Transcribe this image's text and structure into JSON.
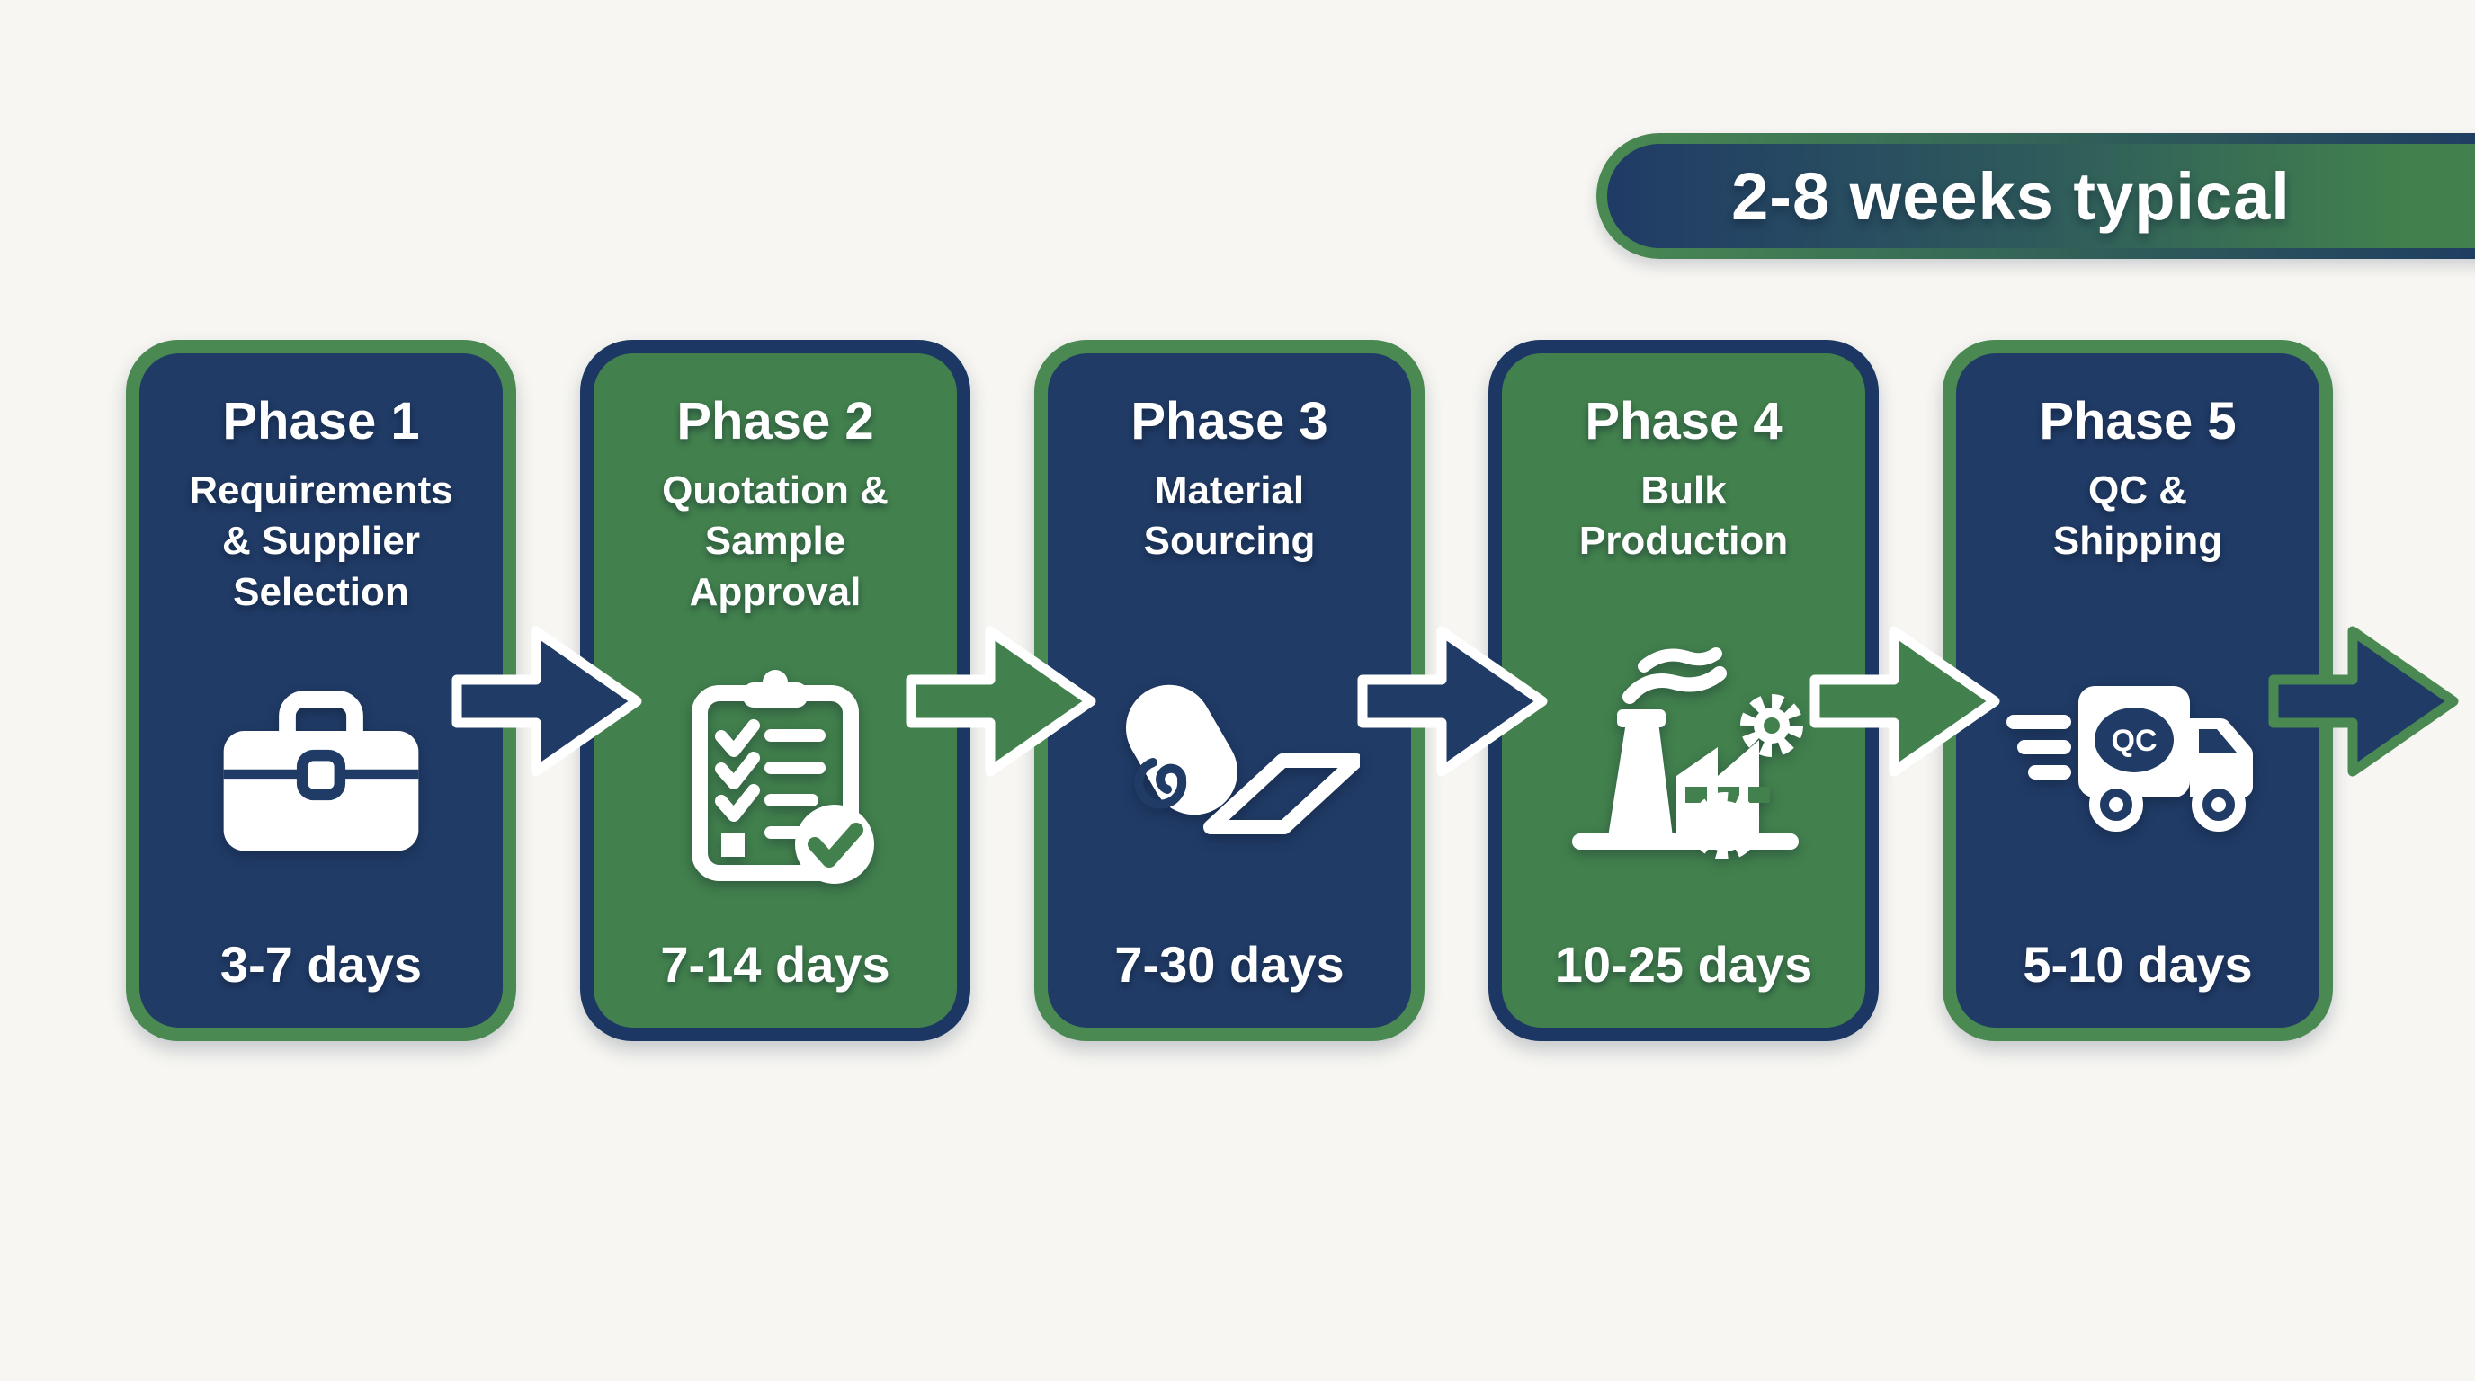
{
  "page": {
    "background": "#F7F6F2",
    "description_domain": "supplier-procurement-phase-timeline"
  },
  "colors": {
    "navy": "#203B66",
    "green": "#42814D",
    "green_border": "#4A8A52",
    "navy_border": "#1C3763",
    "text": "#FFFFFF"
  },
  "badge": {
    "label": "2-8 weeks typical"
  },
  "phases": [
    {
      "title": "Phase 1",
      "subtitle": "Requirements\n& Supplier\nSelection",
      "duration": "3-7 days",
      "icon": "briefcase-icon",
      "theme": "navy"
    },
    {
      "title": "Phase 2",
      "subtitle": "Quotation &\nSample\nApproval",
      "duration": "7-14 days",
      "icon": "clipboard-checklist-icon",
      "theme": "green"
    },
    {
      "title": "Phase 3",
      "subtitle": "Material\nSourcing",
      "duration": "7-30 days",
      "icon": "fabric-roll-icon",
      "theme": "navy"
    },
    {
      "title": "Phase 4",
      "subtitle": "Bulk\nProduction",
      "duration": "10-25 days",
      "icon": "factory-icon",
      "theme": "green"
    },
    {
      "title": "Phase 5",
      "subtitle": "QC &\nShipping",
      "duration": "5-10 days",
      "icon": "delivery-truck-icon",
      "icon_label": "QC",
      "theme": "navy"
    }
  ],
  "connectors": {
    "between_fills": [
      "navy",
      "green",
      "navy",
      "green"
    ],
    "final_fill": "navy",
    "final_outline": "green"
  }
}
